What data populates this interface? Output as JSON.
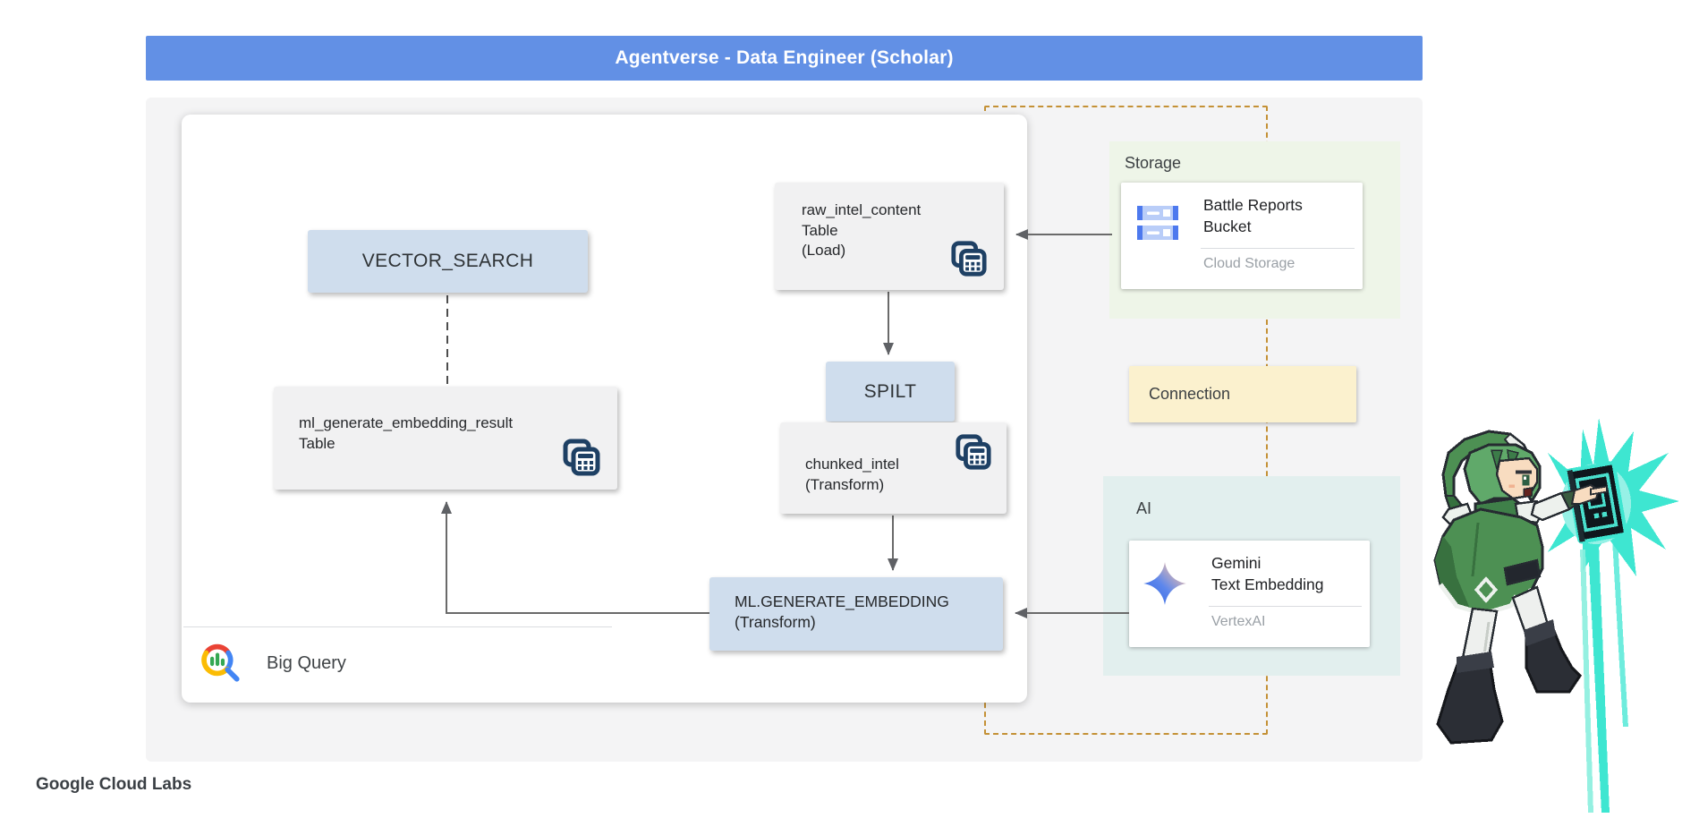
{
  "header": {
    "title": "Agentverse - Data Engineer (Scholar)"
  },
  "brand": {
    "label": "Google Cloud Labs"
  },
  "bigquery": {
    "label": "Big Query",
    "logo_icon": "bigquery-magnifier-logo"
  },
  "nodes": {
    "vector_search": {
      "label": "VECTOR_SEARCH"
    },
    "ml_result": {
      "line1": "ml_generate_embedding_result",
      "line2": "Table",
      "icon": "table-icon"
    },
    "raw_intel": {
      "line1": "raw_intel_content",
      "line2": "Table",
      "line3": "(Load)",
      "icon": "table-icon"
    },
    "split": {
      "label": "SPILT"
    },
    "chunked": {
      "line1": "chunked_intel",
      "line2": "(Transform)",
      "icon": "table-icon"
    },
    "ml_generate": {
      "line1": "ML.GENERATE_EMBEDDING",
      "line2": "(Transform)"
    }
  },
  "panels": {
    "storage": {
      "label": "Storage",
      "card": {
        "title_line1": "Battle Reports",
        "title_line2": "Bucket",
        "subtitle": "Cloud Storage",
        "icon": "cloud-storage-bucket-icon"
      }
    },
    "connection": {
      "label": "Connection"
    },
    "ai": {
      "label": "AI",
      "card": {
        "title_line1": "Gemini",
        "title_line2": "Text Embedding",
        "subtitle": "VertexAI",
        "icon": "gemini-sparkle-icon"
      }
    }
  },
  "colors": {
    "header_blue": "#6290e5",
    "node_blue": "#cfdded",
    "node_gray": "#f1f1f2",
    "dashed_border": "#c49136",
    "storage_panel": "#eef5e8",
    "ai_panel": "#e2efee",
    "connection_fill": "#fbf1ce",
    "table_icon_navy": "#1e4064",
    "arrow_gray": "#6a6a6a",
    "spell_cyan": "#3ee6d1"
  }
}
